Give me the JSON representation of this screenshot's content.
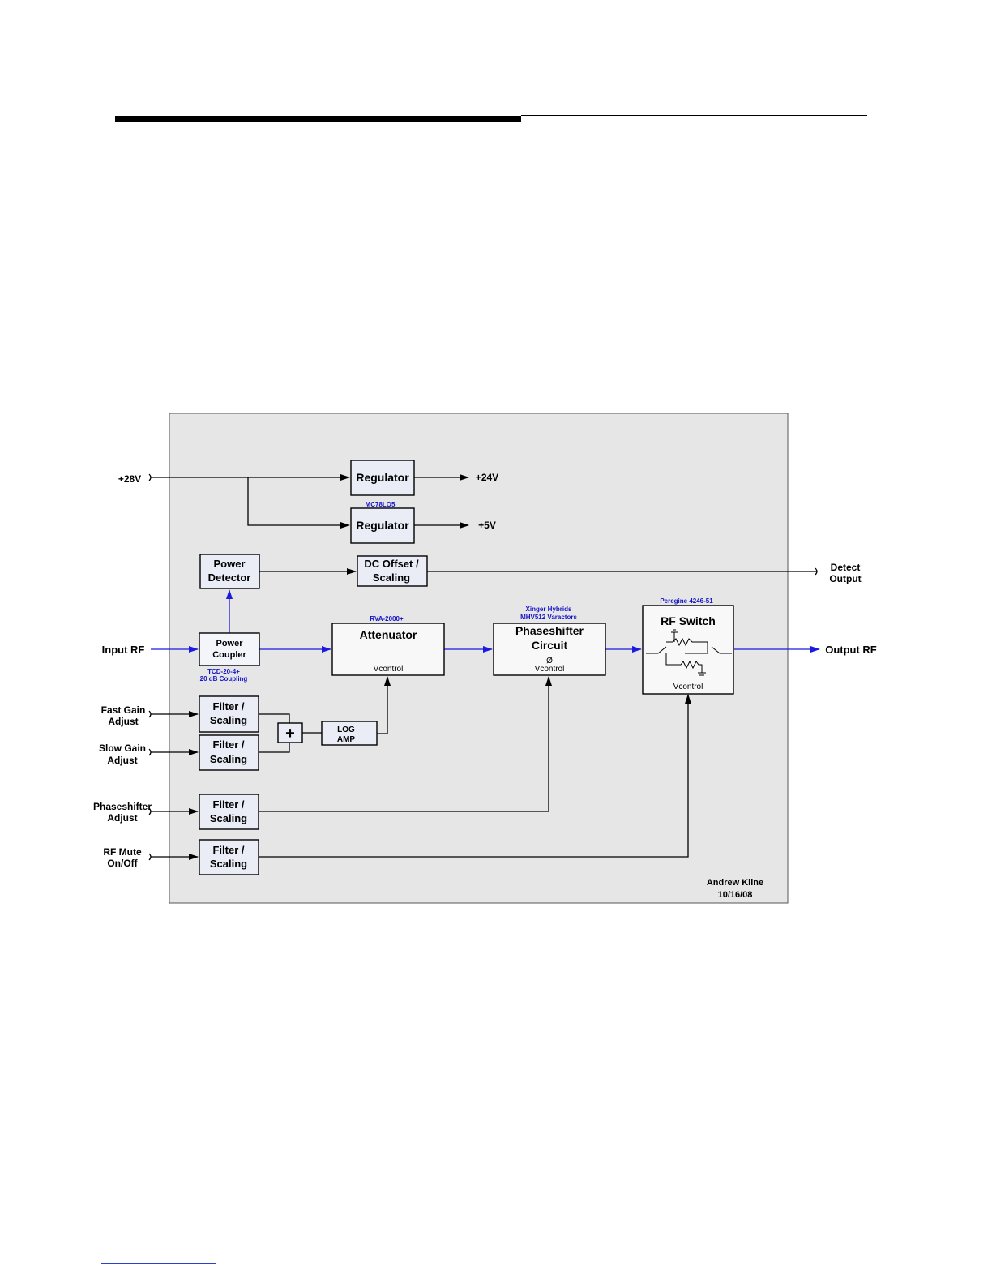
{
  "labels": {
    "v28": "+28V",
    "v24": "+24V",
    "v5": "+5V",
    "detect_output_1": "Detect",
    "detect_output_2": "Output",
    "input_rf": "Input RF",
    "output_rf": "Output RF",
    "fast_gain_1": "Fast Gain",
    "fast_gain_2": "Adjust",
    "slow_gain_1": "Slow Gain",
    "slow_gain_2": "Adjust",
    "phaseshifter_adj_1": "Phaseshifter",
    "phaseshifter_adj_2": "Adjust",
    "rf_mute_1": "RF Mute",
    "rf_mute_2": "On/Off",
    "author": "Andrew Kline",
    "date": "10/16/08"
  },
  "blocks": {
    "regulator": "Regulator",
    "power_1": "Power",
    "detector": "Detector",
    "dc_offset_1": "DC Offset /",
    "dc_offset_2": "Scaling",
    "coupler_1": "Power",
    "coupler_2": "Coupler",
    "attenuator": "Attenuator",
    "phaseshifter_1": "Phaseshifter",
    "phaseshifter_2": "Circuit",
    "phase_symbol": "Ø",
    "rf_switch": "RF Switch",
    "vcontrol": "Vcontrol",
    "filter_1": "Filter /",
    "filter_2": "Scaling",
    "log_1": "LOG",
    "log_2": "AMP",
    "summer": "+"
  },
  "parts": {
    "regulator_5v": "MC78LO5",
    "attenuator": "RVA-2000+",
    "phaseshifter_1": "Xinger Hybrids",
    "phaseshifter_2": "MHV512 Varactors",
    "rf_switch": "Peregine 4246-51",
    "coupler_1": "TCD-20-4+",
    "coupler_2": "20 dB Coupling"
  },
  "colors": {
    "panel": "#e6e6e6",
    "block_fill": "#eaedf6",
    "rf_path": "#1a1ae0",
    "part_text": "#1414c8"
  }
}
